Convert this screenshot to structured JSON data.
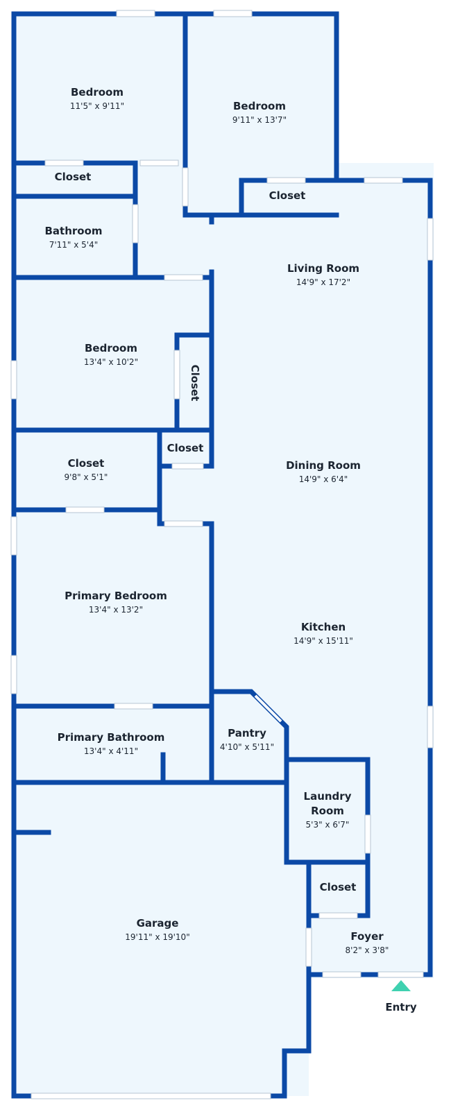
{
  "colors": {
    "wall": "#0b49a6",
    "floor": "#eef7fd",
    "opening": "#ffffff",
    "entry_arrow": "#3fd1b0",
    "text": "#1b2430"
  },
  "rooms": {
    "bedroom_1": {
      "name": "Bedroom",
      "dims": "11'5\" x 9'11\""
    },
    "bedroom_2": {
      "name": "Bedroom",
      "dims": "9'11\" x 13'7\""
    },
    "closet_1": {
      "name": "Closet"
    },
    "closet_2": {
      "name": "Closet"
    },
    "bathroom": {
      "name": "Bathroom",
      "dims": "7'11\" x 5'4\""
    },
    "living_room": {
      "name": "Living Room",
      "dims": "14'9\" x 17'2\""
    },
    "bedroom_3": {
      "name": "Bedroom",
      "dims": "13'4\" x 10'2\""
    },
    "closet_3": {
      "name": "Closet"
    },
    "closet_4": {
      "name": "Closet"
    },
    "closet_5": {
      "name": "Closet",
      "dims": "9'8\" x 5'1\""
    },
    "dining_room": {
      "name": "Dining Room",
      "dims": "14'9\" x 6'4\""
    },
    "primary_bedroom": {
      "name": "Primary Bedroom",
      "dims": "13'4\" x 13'2\""
    },
    "kitchen": {
      "name": "Kitchen",
      "dims": "14'9\" x 15'11\""
    },
    "primary_bathroom": {
      "name": "Primary Bathroom",
      "dims": "13'4\" x 4'11\""
    },
    "pantry": {
      "name": "Pantry",
      "dims": "4'10\" x 5'11\""
    },
    "laundry": {
      "name_line1": "Laundry",
      "name_line2": "Room",
      "dims": "5'3\" x 6'7\""
    },
    "closet_6": {
      "name": "Closet"
    },
    "garage": {
      "name": "Garage",
      "dims": "19'11\" x 19'10\""
    },
    "foyer": {
      "name": "Foyer",
      "dims": "8'2\" x 3'8\""
    }
  },
  "entry": {
    "label": "Entry",
    "icon": "entry-arrow-icon"
  }
}
